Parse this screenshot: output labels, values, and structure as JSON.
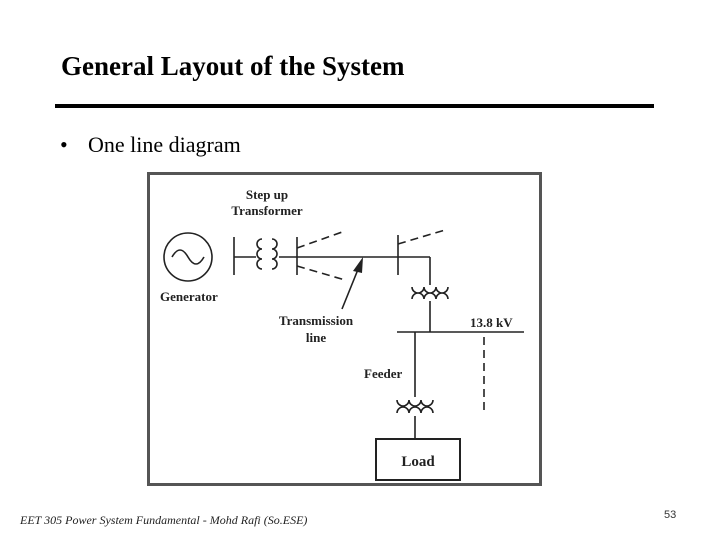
{
  "slide": {
    "title": "General Layout of the System",
    "bullet": "One line diagram",
    "bullet_marker": "•",
    "footer": "EET 305 Power System Fundamental -   Mohd Rafi (So.ESE)",
    "page_number": "53"
  },
  "diagram": {
    "labels": {
      "step_up_line1": "Step up",
      "step_up_line2": "Transformer",
      "generator": "Generator",
      "transmission_line1": "Transmission",
      "transmission_line2": "line",
      "voltage": "13.8 kV",
      "feeder": "Feeder",
      "load": "Load"
    }
  }
}
